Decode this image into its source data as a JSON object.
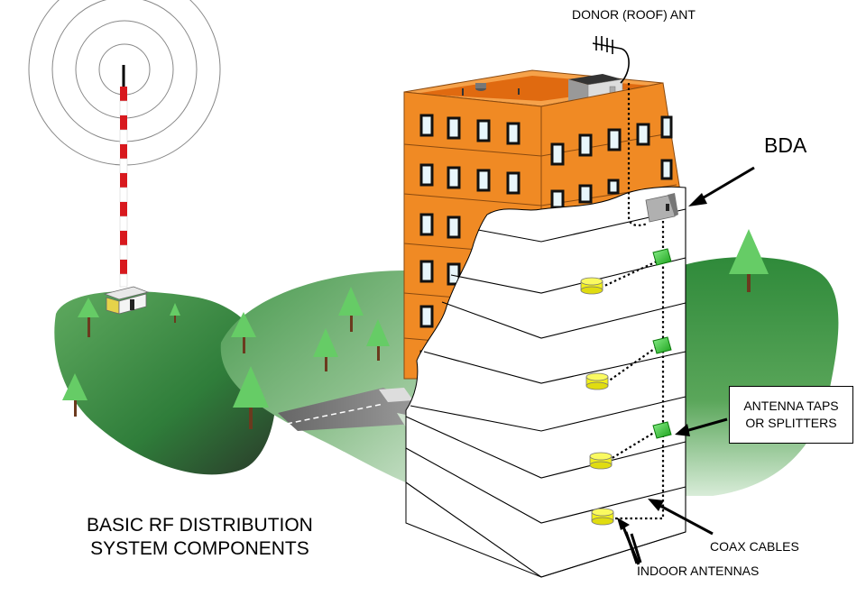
{
  "title": {
    "line1": "BASIC RF DISTRIBUTION",
    "line2": "SYSTEM COMPONENTS"
  },
  "labels": {
    "donor_antenna": "DONOR (ROOF) ANT",
    "bda": "BDA",
    "antenna_taps_line1": "ANTENNA TAPS",
    "antenna_taps_line2": "OR SPLITTERS",
    "coax_cables": "COAX CABLES",
    "indoor_antennas": "INDOOR ANTENNAS"
  },
  "colors": {
    "building": "#f08a24",
    "roof": "#e06a10",
    "window": "#e8f6fb",
    "grass_dark": "#2f7d3a",
    "grass_light": "#8fc08f",
    "tower_red": "#d8191e",
    "splitter": "#3bd23b",
    "antenna_yellow": "#f2f01a",
    "bda_box": "#c8c8c8"
  }
}
